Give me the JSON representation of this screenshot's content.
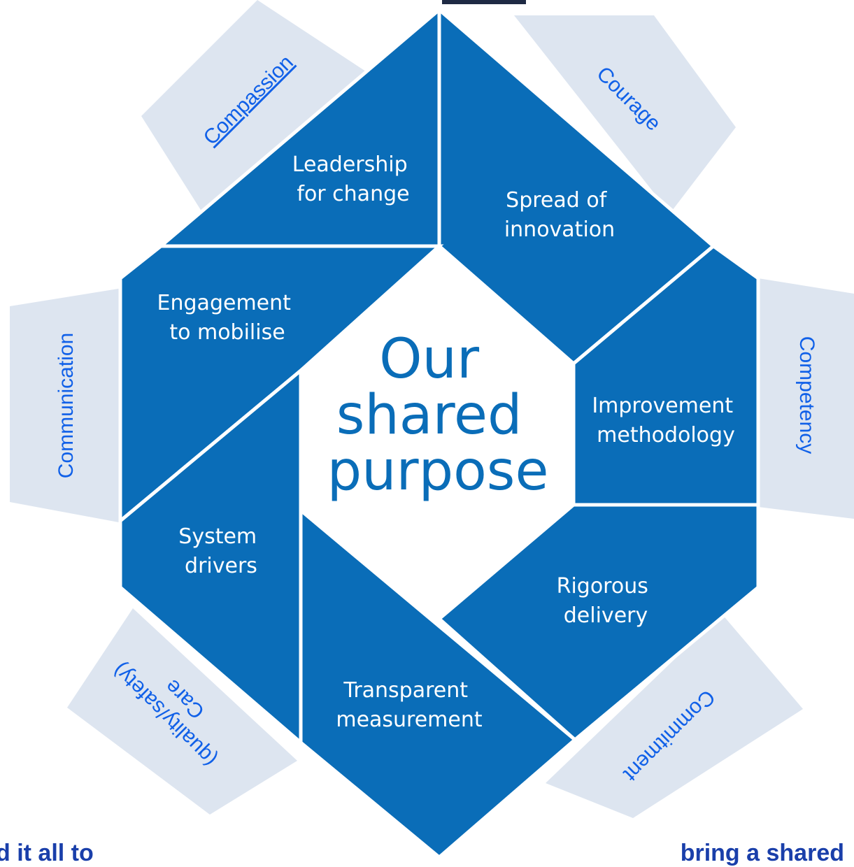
{
  "diagram": {
    "center_title": [
      "Our",
      "shared",
      "purpose"
    ],
    "segments": [
      {
        "id": "leadership",
        "lines": [
          "Leadership",
          "for change"
        ]
      },
      {
        "id": "innovation",
        "lines": [
          "Spread of",
          "innovation"
        ]
      },
      {
        "id": "engagement",
        "lines": [
          "Engagement",
          "to mobilise"
        ]
      },
      {
        "id": "improvement",
        "lines": [
          "Improvement",
          "methodology"
        ]
      },
      {
        "id": "system",
        "lines": [
          "System",
          "drivers"
        ]
      },
      {
        "id": "rigorous",
        "lines": [
          "Rigorous",
          "delivery"
        ]
      },
      {
        "id": "transparent",
        "lines": [
          "Transparent",
          "measurement"
        ]
      }
    ],
    "values": [
      {
        "id": "compassion",
        "lines": [
          "Compassion"
        ]
      },
      {
        "id": "courage",
        "lines": [
          "Courage"
        ]
      },
      {
        "id": "communication",
        "lines": [
          "Communication"
        ]
      },
      {
        "id": "competency",
        "lines": [
          "Competency"
        ]
      },
      {
        "id": "care",
        "lines": [
          "Care",
          "(quality/safety)"
        ]
      },
      {
        "id": "commitment",
        "lines": [
          "Commitment"
        ]
      }
    ]
  },
  "footer": {
    "left_text": "d it all to",
    "right_text": "bring a shared"
  },
  "colors": {
    "segment_blue": "#0a6db8",
    "value_text_blue": "#1060e8",
    "tab_grey_blue": "#dde5f0",
    "footer_text": "#1a3faa"
  }
}
